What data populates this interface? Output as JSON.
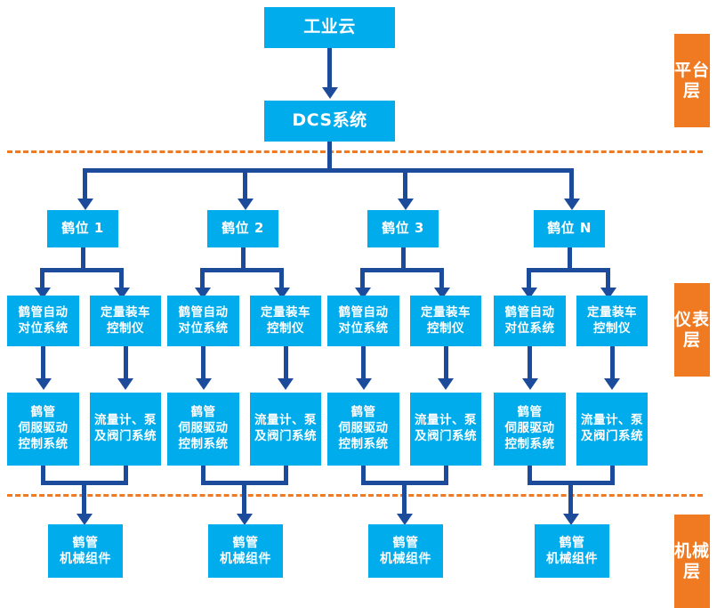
{
  "diagram": {
    "title_text": "工业云",
    "theme": {
      "box_blue": "#00ACEC",
      "connector_blue": "#1D4B9B",
      "layer_orange": "#F07A22",
      "background": "#FFFFFF",
      "box_text": "#FFFFFF"
    },
    "layers": [
      {
        "id": "platform",
        "label": "平台层"
      },
      {
        "id": "instrument",
        "label": "仪表层"
      },
      {
        "id": "mechanical",
        "label": "机械层"
      }
    ],
    "nodes": {
      "cloud": "工业云",
      "dcs": "DCS系统",
      "stations": [
        {
          "label": "鹤位 1"
        },
        {
          "label": "鹤位 2"
        },
        {
          "label": "鹤位 3"
        },
        {
          "label": "鹤位 N"
        }
      ],
      "instruments": [
        {
          "left": "鹤管自动\n对位系统",
          "right": "定量装车\n控制仪"
        },
        {
          "left": "鹤管自动\n对位系统",
          "right": "定量装车\n控制仪"
        },
        {
          "left": "鹤管自动\n对位系统",
          "right": "定量装车\n控制仪"
        },
        {
          "left": "鹤管自动\n对位系统",
          "right": "定量装车\n控制仪"
        }
      ],
      "devices": [
        {
          "left": "鹤管\n伺服驱动\n控制系统",
          "right": "流量计、泵\n及阀门系统"
        },
        {
          "left": "鹤管\n伺服驱动\n控制系统",
          "right": "流量计、泵\n及阀门系统"
        },
        {
          "left": "鹤管\n伺服驱动\n控制系统",
          "right": "流量计、泵\n及阀门系统"
        },
        {
          "left": "鹤管\n伺服驱动\n控制系统",
          "right": "流量计、泵\n及阀门系统"
        }
      ],
      "mechanical": [
        {
          "label": "鹤管\n机械组件"
        },
        {
          "label": "鹤管\n机械组件"
        },
        {
          "label": "鹤管\n机械组件"
        },
        {
          "label": "鹤管\n机械组件"
        }
      ]
    }
  }
}
